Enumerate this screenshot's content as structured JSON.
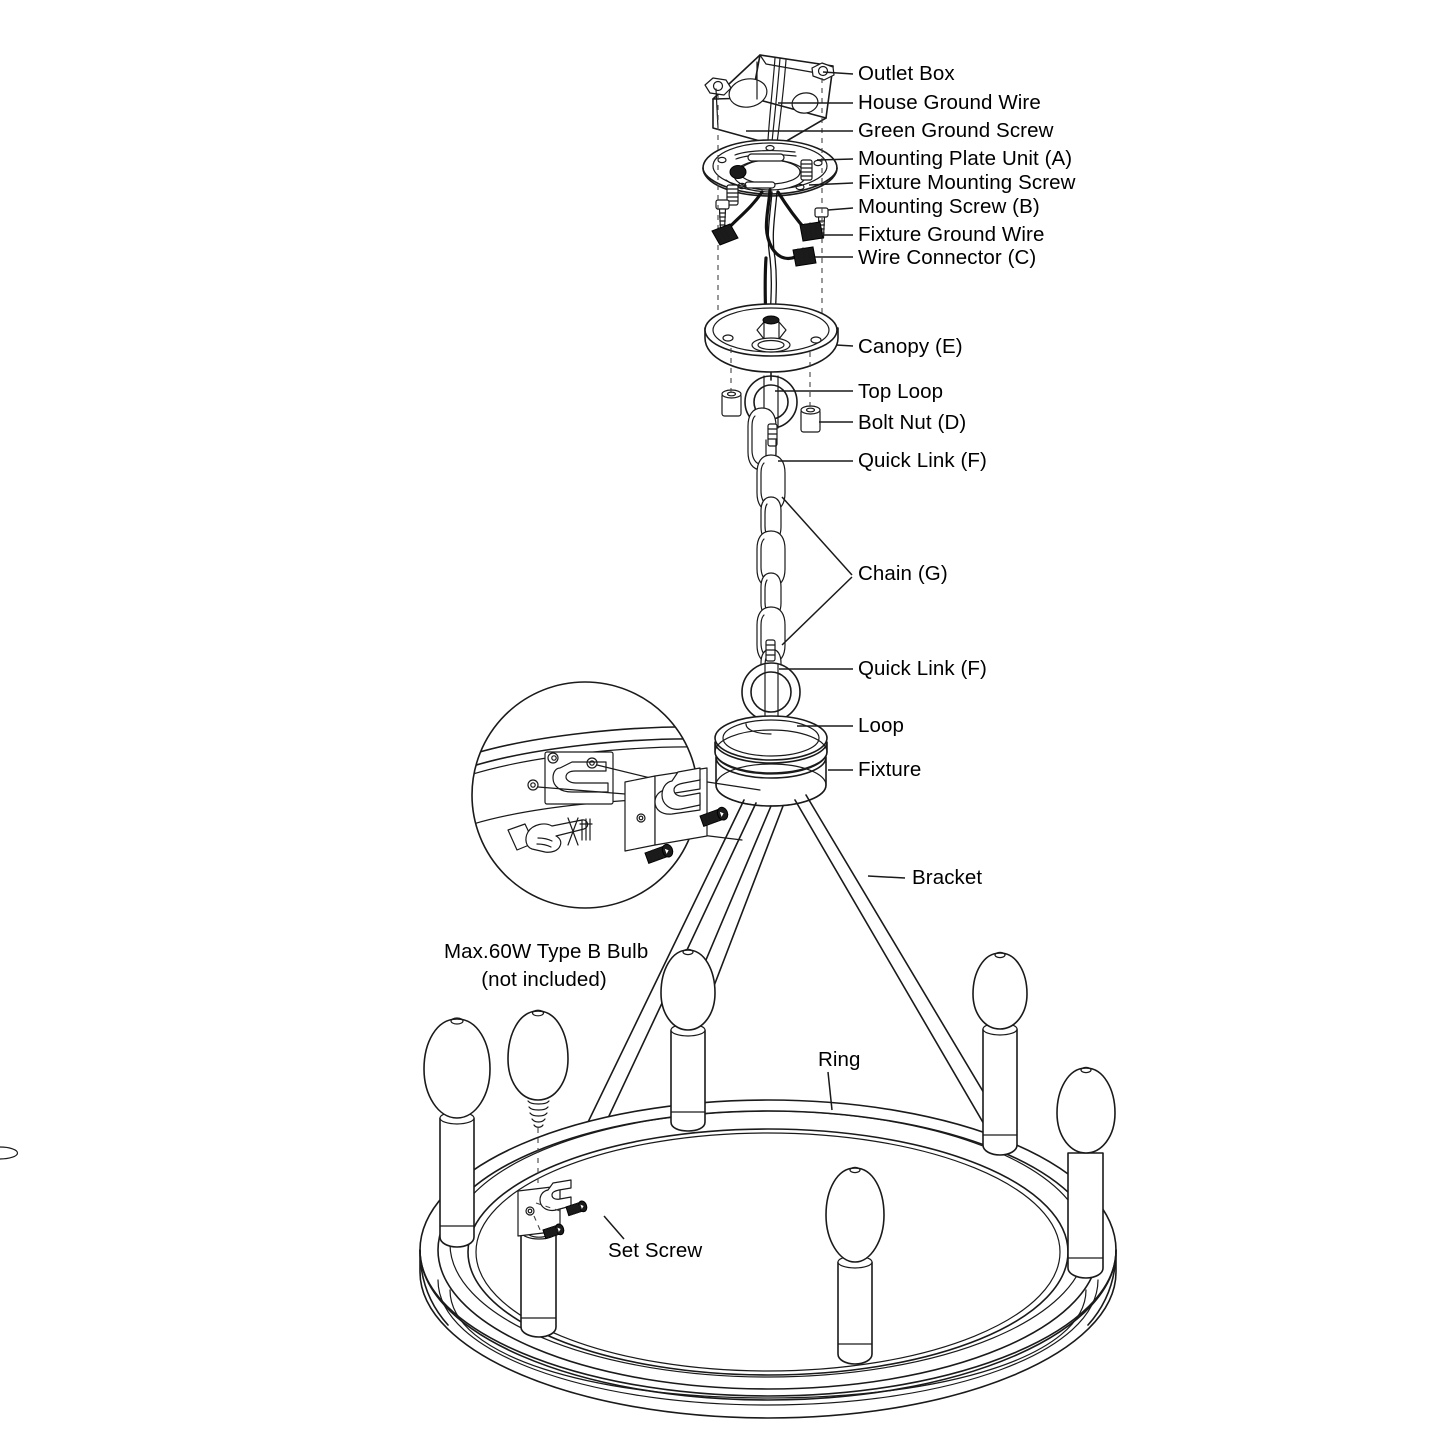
{
  "document": {
    "title": "Chandelier Installation Exploded Diagram",
    "background_color": "#ffffff",
    "line_color": "#1a1a1a",
    "text_color": "#000000"
  },
  "labels": {
    "outlet_box": "Outlet Box",
    "house_ground_wire": "House Ground Wire",
    "green_ground_screw": "Green Ground Screw",
    "mounting_plate_unit": "Mounting Plate Unit (A)",
    "fixture_mounting_screw": "Fixture Mounting Screw",
    "mounting_screw": "Mounting Screw (B)",
    "fixture_ground_wire": "Fixture Ground Wire",
    "wire_connector": "Wire Connector (C)",
    "canopy": "Canopy (E)",
    "top_loop": "Top Loop",
    "bolt_nut": "Bolt Nut (D)",
    "quick_link_upper": "Quick Link (F)",
    "chain": "Chain (G)",
    "quick_link_lower": "Quick Link (F)",
    "loop": "Loop",
    "fixture": "Fixture",
    "bracket": "Bracket",
    "bulb_line1": "Max.60W Type B Bulb",
    "bulb_line2": "(not included)",
    "ring": "Ring",
    "set_screw": "Set Screw"
  },
  "parts_list": [
    {
      "code": "A",
      "name": "Mounting Plate Unit (A)"
    },
    {
      "code": "B",
      "name": "Mounting Screw (B)"
    },
    {
      "code": "C",
      "name": "Wire Connector (C)"
    },
    {
      "code": "D",
      "name": "Bolt Nut (D)"
    },
    {
      "code": "E",
      "name": "Canopy (E)"
    },
    {
      "code": "F",
      "name": "Quick Link (F)"
    },
    {
      "code": "G",
      "name": "Chain (G)"
    }
  ],
  "specifications": {
    "max_wattage": "Max.60W",
    "bulb_type": "Type B",
    "bulb_included": "(not included)",
    "bulb_count": 6,
    "bracket_count": 3
  },
  "detail_inset": {
    "icon_hand": "pointing-hand-icon",
    "icon_no_tool": "no-tool-icon"
  }
}
